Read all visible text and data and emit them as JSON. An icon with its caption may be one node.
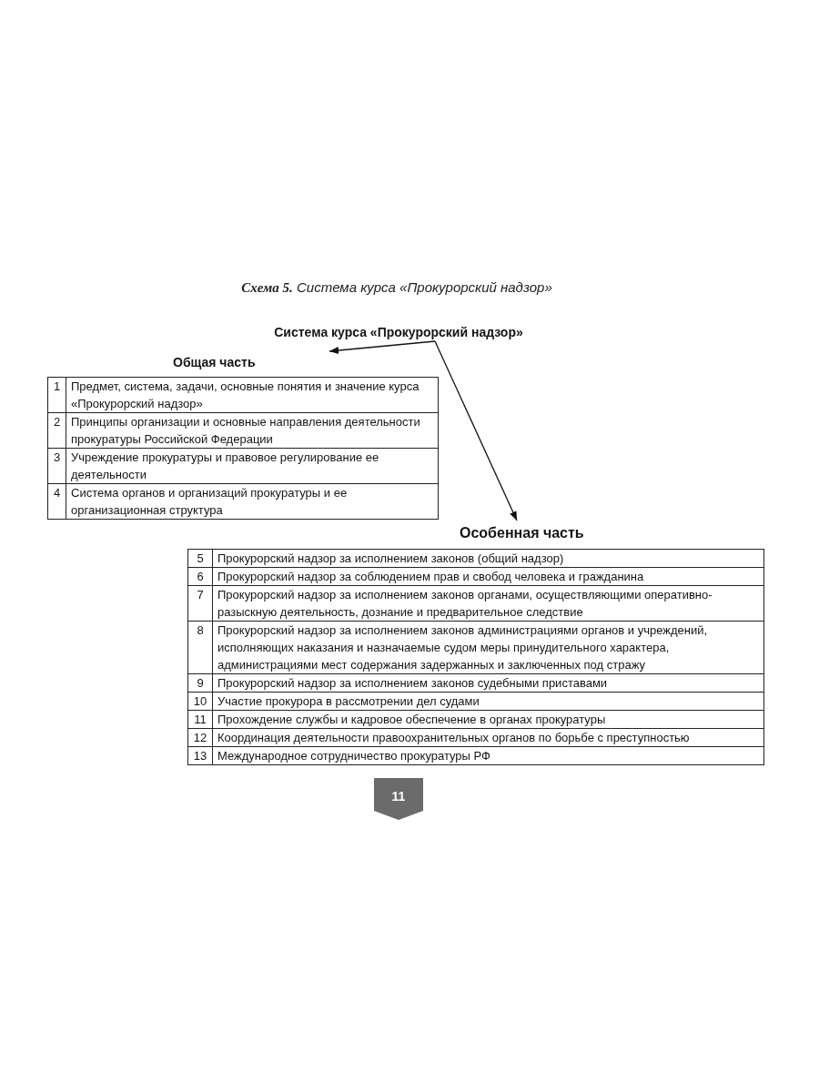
{
  "diagram": {
    "title": "**Схема 5.** Система курса «Прокурорский надзор»",
    "nodes": [
      {
        "text": [
          "Система курса «Прокурорский надзор»"
        ]
      },
      {
        "text": [
          "Общая часть"
        ]
      },
      {
        "text": [
          "1",
          "Предмет, система, задачи, основные понятия и значение курса «Прокурорский надзор»"
        ],
        "in": 1
      },
      {
        "text": [
          "2",
          "Принципы организации и основные направления деятельности прокуратуры Российской Федерации"
        ],
        "in": 1
      },
      {
        "text": [
          "3",
          "Учреждение прокуратуры и правовое регулирование ее деятельности"
        ],
        "in": 1
      },
      {
        "text": [
          "4",
          "Система органов и организаций прокуратуры и ее организационная структура"
        ],
        "in": 1
      },
      {
        "text": [
          "Особенная часть"
        ]
      },
      {
        "text": [
          "5",
          "Прокурорский надзор за исполнением законов (общий надзор)"
        ],
        "in": 6
      },
      {
        "text": [
          "6",
          "Прокурорский надзор за соблюдением прав и свобод человека и гражданина"
        ],
        "in": 6
      },
      {
        "text": [
          "7",
          "Прокурорский надзор за исполнением законов органами, осуществляющими оперативно-разыскную деятельность, дознание и предварительное следствие"
        ],
        "in": 6
      },
      {
        "text": [
          "8",
          "Прокурорский надзор за исполнением законов администрациями органов и учреждений, исполняющих наказания и назначаемые судом меры принудительного характера, администрациями мест содержания задержанных и заключенных под стражу"
        ],
        "in": 6
      },
      {
        "text": [
          "9",
          "Прокурорский надзор за исполнением законов судебными приставами"
        ],
        "in": 6
      },
      {
        "text": [
          "10",
          "Участие прокурора в рассмотрении дел судами"
        ],
        "in": 6
      },
      {
        "text": [
          "11",
          "Прохождение службы и кадровое обеспечение в органах прокуратуры"
        ],
        "in": 6
      },
      {
        "text": [
          "12",
          "Координация деятельности правоохранительных органов по борьбе с преступностью"
        ],
        "in": 6
      },
      {
        "text": [
          "13",
          "Международное сотрудничество прокуратуры РФ"
        ],
        "in": 6
      }
    ],
    "edges": [
      {
        "from": 0,
        "to": 1,
        "arrow": "to"
      },
      {
        "from": 0,
        "to": 6,
        "arrow": "to"
      }
    ],
    "labels": [
      "11"
    ]
  }
}
